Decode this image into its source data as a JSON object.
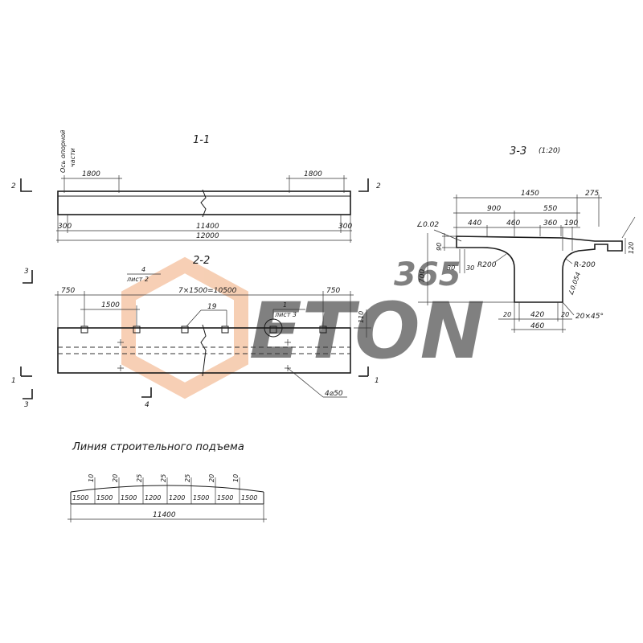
{
  "sections": {
    "s11": "1-1",
    "s22": "2-2",
    "s33": "3-3",
    "s33_scale": "(1:20)"
  },
  "elevation": {
    "axis_label_1": "Ось опорной",
    "axis_label_2": "части",
    "dim_1800_left": "1800",
    "dim_1800_right": "1800",
    "dim_300_left": "300",
    "dim_300_right": "300",
    "dim_11400": "11400",
    "dim_12000": "12000"
  },
  "cut_marks": {
    "c2": "2",
    "c3": "3",
    "c1": "1",
    "c4": "4",
    "ref4_num": "4",
    "ref4_sheet": "лист 2",
    "ref1_num": "1",
    "ref1_sheet": "лист 3"
  },
  "plan": {
    "dim_750_left": "750",
    "dim_750_right": "750",
    "dim_spacing": "7×1500=10500",
    "dim_1500": "1500",
    "dim_110": "110",
    "mark_19": "19",
    "hole_label": "4⌀50"
  },
  "section": {
    "dim_1450": "1450",
    "dim_275": "275",
    "dim_900": "900",
    "dim_550": "550",
    "dim_440": "440",
    "dim_460_top": "460",
    "dim_360": "360",
    "dim_190": "190",
    "slope": "∠0.02",
    "dim_90": "90",
    "dim_120": "120",
    "dim_30a": "30",
    "dim_30b": "30",
    "r200_left": "R200",
    "r200_right": "R-200",
    "dim_700": "700",
    "slope_web": "∠0.054",
    "dim_20_left": "20",
    "dim_420": "420",
    "dim_20_right": "20",
    "chamfer": "20×45°",
    "dim_460_bottom": "460"
  },
  "camber": {
    "title": "Линия строительного подъема",
    "ordinates": [
      "10",
      "20",
      "25",
      "25",
      "25",
      "20",
      "10"
    ],
    "segments": [
      "1500",
      "1500",
      "1500",
      "1200",
      "1200",
      "1500",
      "1500",
      "1500"
    ],
    "total": "11400"
  },
  "watermark": {
    "brand": "ETON",
    "number": "365"
  },
  "colors": {
    "line": "#1a1a1a",
    "watermark_orange": "#f0a878",
    "watermark_grey": "#c8c8c8"
  }
}
